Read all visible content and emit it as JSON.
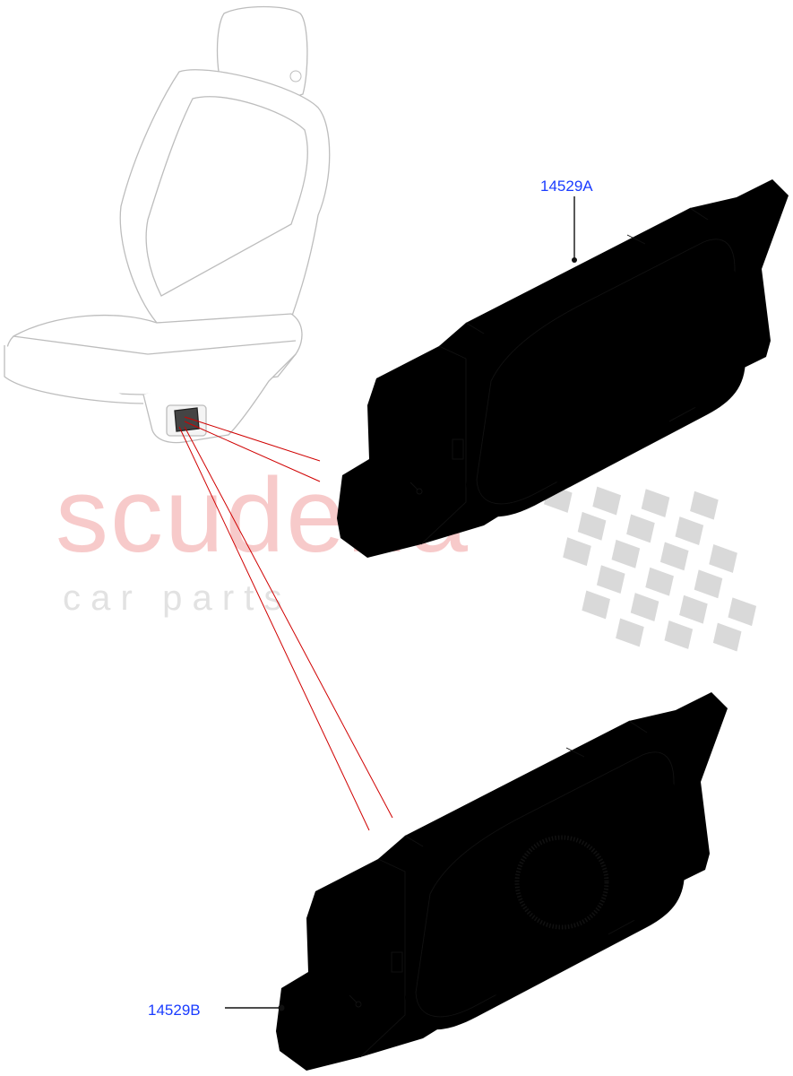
{
  "diagram": {
    "callouts": [
      {
        "id": "14529A",
        "label": "14529A"
      },
      {
        "id": "14529B",
        "label": "14529B"
      }
    ],
    "watermark": {
      "brand": "scuderia",
      "tagline": "c a r   p a r t s"
    },
    "colors": {
      "callout": "#1a3cff",
      "leader_lines": "#d00000",
      "watermark_brand": "#f7caca",
      "watermark_tagline": "#e2e2e2",
      "seat_outline": "#bdbdbd",
      "part_outline": "#111111"
    }
  }
}
